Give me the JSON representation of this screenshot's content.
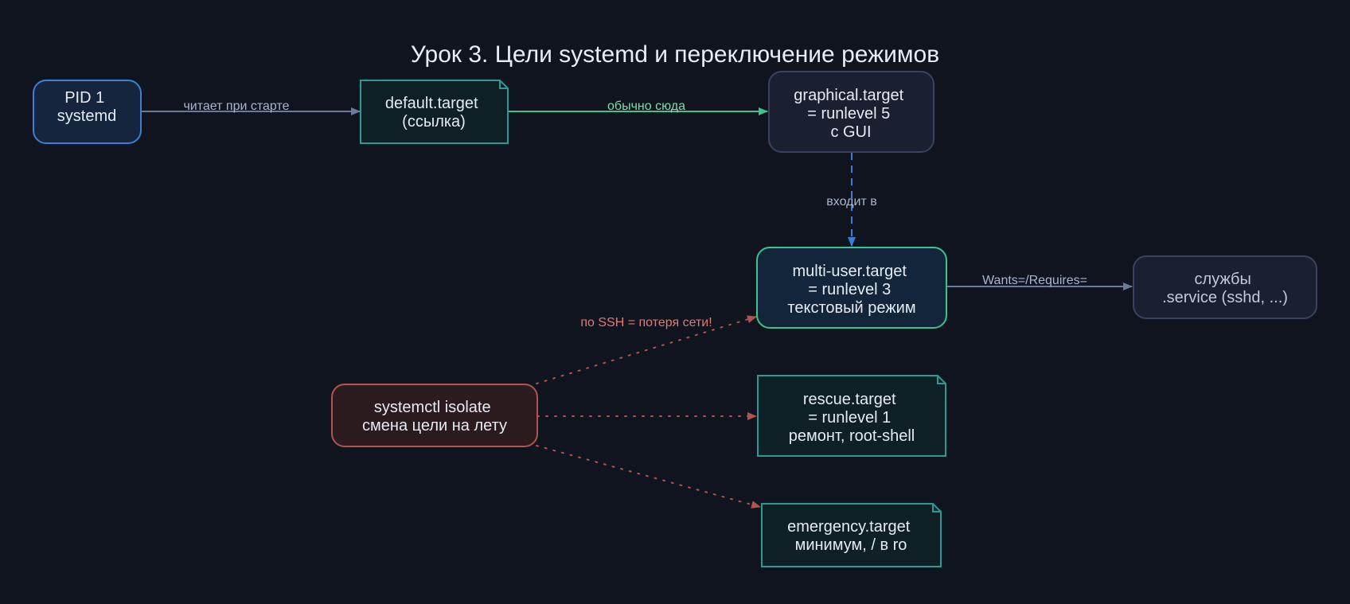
{
  "title": "Урок 3. Цели systemd и переключение режимов",
  "colors": {
    "background": "#0f141f",
    "title_text": "#e8ecf3",
    "blue_border": "#3b7fd6",
    "blue_fill": "#15253d",
    "teal_border": "#2a9a94",
    "teal_fill": "#0f1f26",
    "green_border": "#3cc48a",
    "green_fill": "#13253a",
    "slate_border": "#39435c",
    "slate_fill": "#1a2030",
    "red_border": "#b3534f",
    "red_fill": "#2b1b1f",
    "edge_gray": "#6b7a99",
    "edge_green": "#3cc48a",
    "edge_blue": "#3b7fd6",
    "edge_red": "#b3534f",
    "label_gray": "#a9b6cf",
    "label_green": "#7fdcae",
    "label_red": "#e07a73",
    "node_text": "#e6ebf3",
    "node_text_dim": "#c3cad6"
  },
  "nodes": {
    "pid1": {
      "lines": [
        "PID 1",
        "systemd"
      ]
    },
    "default_target": {
      "lines": [
        "default.target",
        "(ссылка)"
      ]
    },
    "graphical_target": {
      "lines": [
        "graphical.target",
        "= runlevel 5",
        "с GUI"
      ]
    },
    "multi_user_target": {
      "lines": [
        "multi-user.target",
        "= runlevel 3",
        "текстовый режим"
      ]
    },
    "services": {
      "lines": [
        "службы",
        ".service (sshd, ...)"
      ]
    },
    "isolate": {
      "lines": [
        "systemctl isolate",
        "смена цели на лету"
      ]
    },
    "rescue_target": {
      "lines": [
        "rescue.target",
        "= runlevel 1",
        "ремонт, root-shell"
      ]
    },
    "emergency_target": {
      "lines": [
        "emergency.target",
        "минимум, / в ro"
      ]
    }
  },
  "edges": {
    "reads_at_start": "читает при старте",
    "usually_here": "обычно сюда",
    "included_in": "входит в",
    "wants_requires": "Wants=/Requires=",
    "ssh_warning": "по SSH = потеря сети!"
  }
}
